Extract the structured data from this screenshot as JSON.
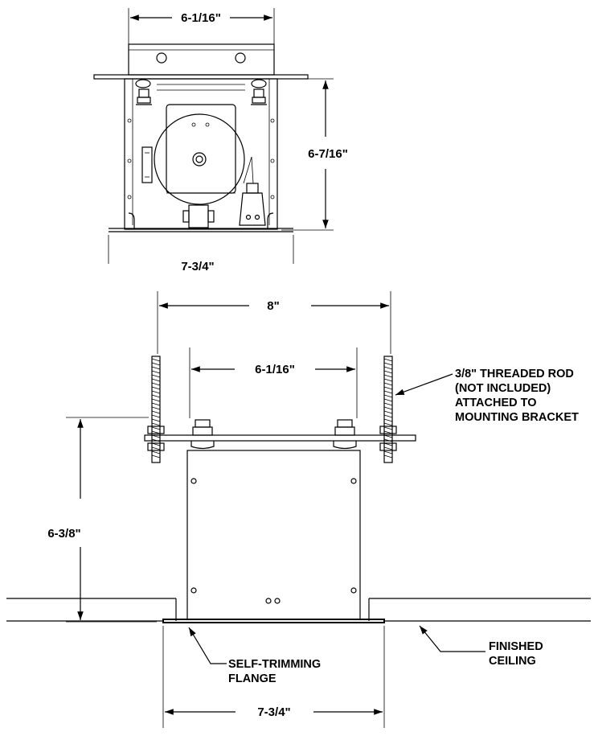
{
  "top_view": {
    "width_top": "6-1/16\"",
    "height": "6-7/16\"",
    "width_bottom": "7-3/4\""
  },
  "front_view": {
    "rod_spacing": "8\"",
    "housing_width": "6-1/16\"",
    "height": "6-3/8\"",
    "flange_width": "7-3/4\""
  },
  "callouts": {
    "rod_line1": "3/8\"  THREADED ROD",
    "rod_line2": "(NOT INCLUDED)",
    "rod_line3": "ATTACHED TO",
    "rod_line4": "MOUNTING BRACKET",
    "flange_line1": "SELF-TRIMMING",
    "flange_line2": "FLANGE",
    "ceiling_line1": "FINISHED",
    "ceiling_line2": "CEILING"
  }
}
